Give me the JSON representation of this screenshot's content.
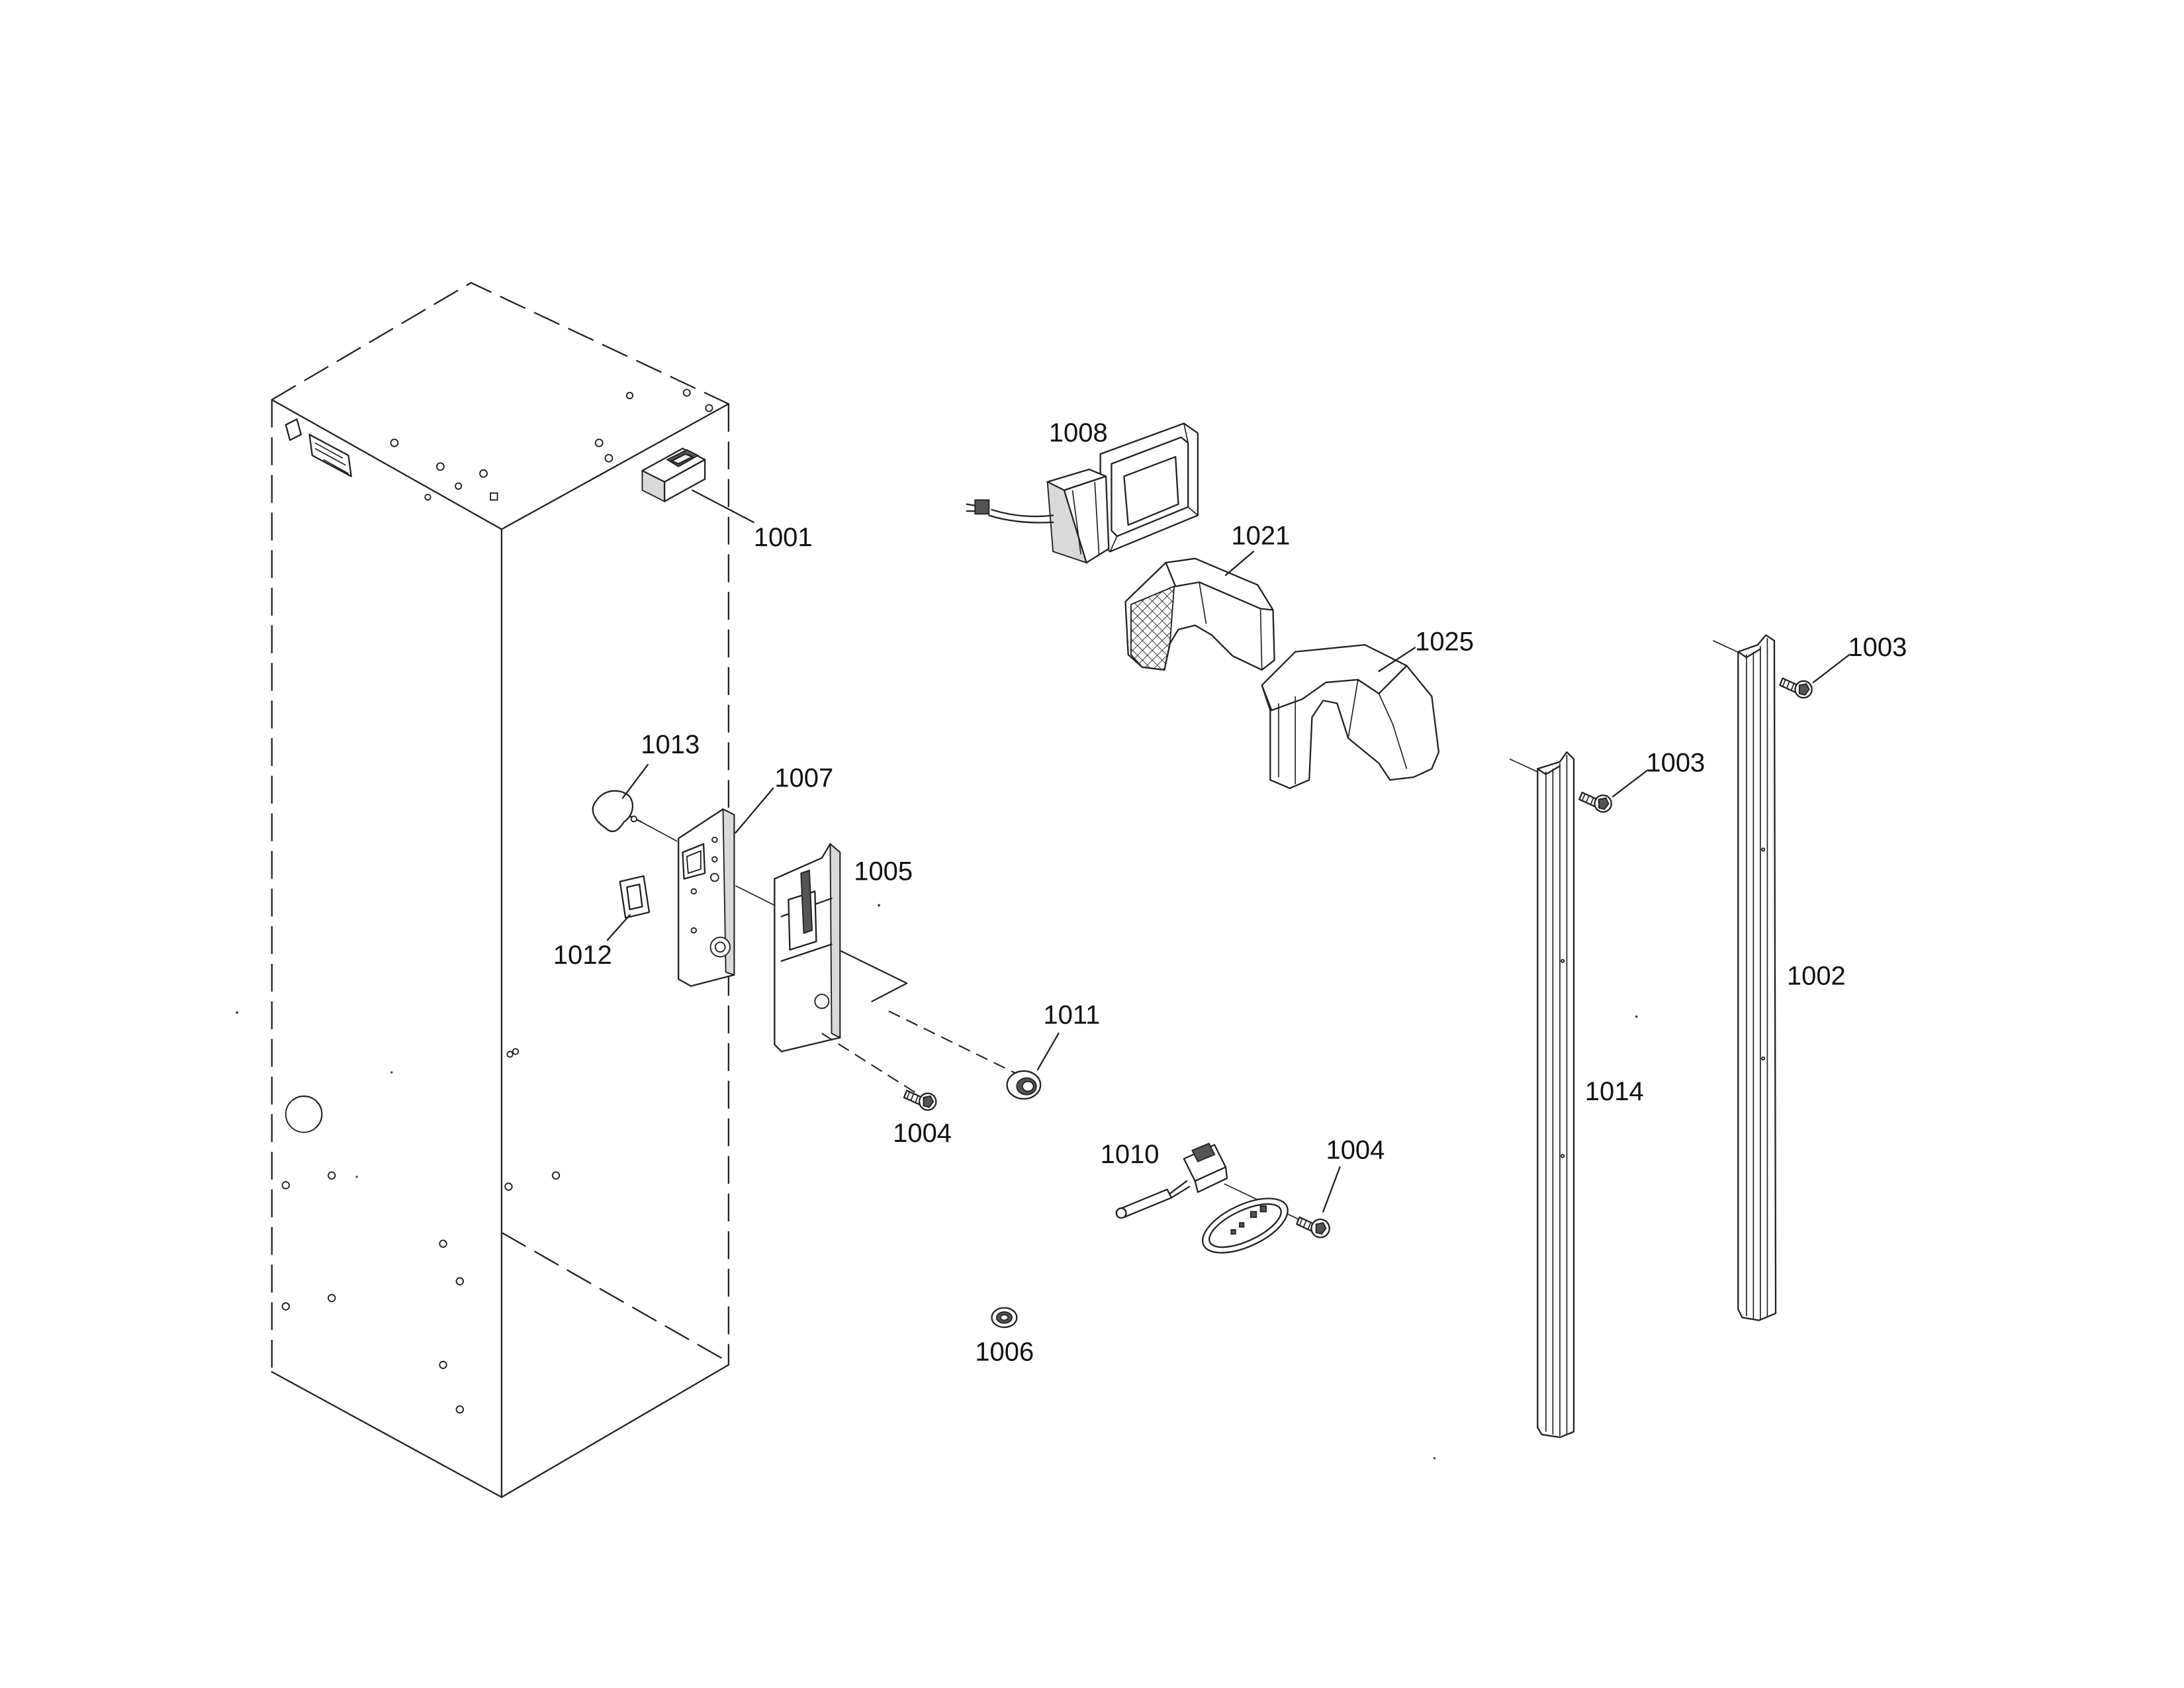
{
  "callouts": {
    "c1008": "1008",
    "c1021": "1021",
    "c1025": "1025",
    "c1001": "1001",
    "c1003_upper": "1003",
    "c1003_lower": "1003",
    "c1013": "1013",
    "c1007": "1007",
    "c1005": "1005",
    "c1012": "1012",
    "c1002": "1002",
    "c1011": "1011",
    "c1014": "1014",
    "c1004_left": "1004",
    "c1010": "1010",
    "c1004_right": "1004",
    "c1006": "1006"
  },
  "colors": {
    "line": "#222222",
    "background": "#ffffff"
  }
}
